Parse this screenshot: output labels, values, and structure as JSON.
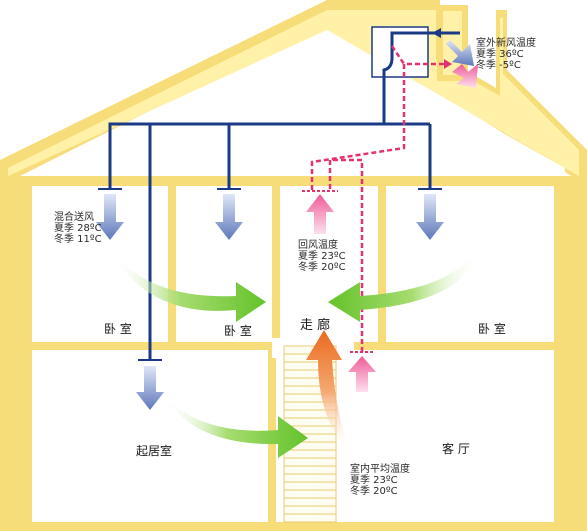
{
  "colors": {
    "house_fill": "#fff3b3",
    "house_edge": "#f7d86c",
    "duct": "#1b3a86",
    "return_duct": "#e2336e",
    "supply_arrow": "#6f86c3",
    "return_arrow": "#f0609a",
    "flow_green": "#7fcc3a",
    "flow_orange": "#ee7d2a"
  },
  "labels": {
    "fresh_air": [
      "室外新风温度",
      "夏季 36ºC",
      "冬季 -5ºC"
    ],
    "mixed_supply": [
      "混合送风",
      "夏季 28ºC",
      "冬季 11ºC"
    ],
    "return_air": [
      "回风温度",
      "夏季 23ºC",
      "冬季 20ºC"
    ],
    "indoor_avg": [
      "室内平均温度",
      "夏季 23ºC",
      "冬季 20ºC"
    ]
  },
  "rooms": {
    "bedroom_left": "卧 室",
    "bedroom_mid": "卧 室",
    "corridor": "走 廊",
    "bedroom_right": "卧 室",
    "living_room": "起居室",
    "parlor": "客 厅"
  }
}
